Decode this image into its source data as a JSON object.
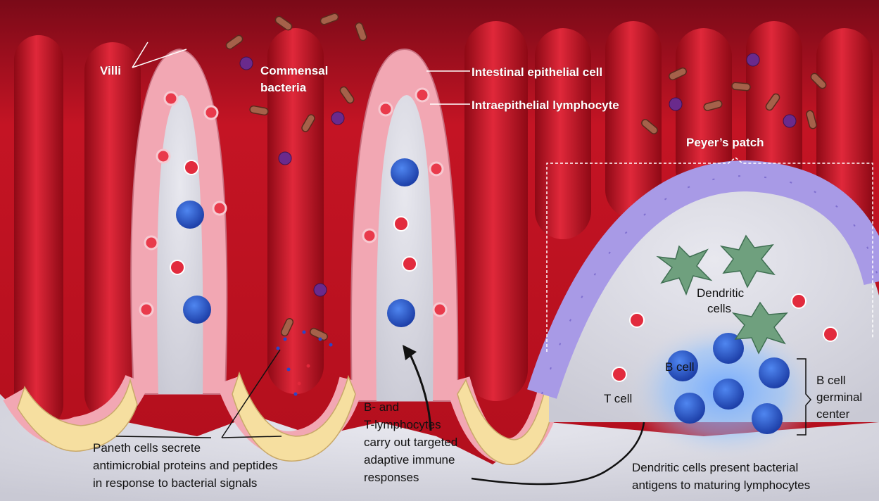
{
  "labels": {
    "villi": "Villi",
    "commensal_bacteria": [
      "Commensal",
      "bacteria"
    ],
    "intestinal_epithelial_cell": "Intestinal epithelial cell",
    "intraepithelial_lymphocyte": "Intraepithelial lymphocyte",
    "peyers_patch": "Peyer’s patch",
    "dendritic_cells": [
      "Dendritic",
      "cells"
    ],
    "b_cell": "B cell",
    "t_cell": "T cell",
    "b_cell_germinal_center": [
      "B cell",
      "germinal",
      "center"
    ],
    "paneth_cells_caption": [
      "Paneth cells secrete",
      "antimicrobial proteins and peptides",
      "in response to bacterial signals"
    ],
    "lymphocytes_caption": [
      "B- and",
      "T-lymphocytes",
      "carry out targeted",
      "adaptive immune",
      "responses"
    ],
    "dendritic_caption": [
      "Dendritic cells present bacterial",
      "antigens to maturing lymphocytes"
    ]
  },
  "colors": {
    "background_villi": "#b8101e",
    "epithelium": "#f2a7b3",
    "paneth_base": "#f6dfa0",
    "lamina_propria": "#d9d9e3",
    "peyers_epithelium": "#a89ae6",
    "b_cell": "#2f5fd0",
    "dendritic_cell": "#6fa07e",
    "bacteria": "#a5614a",
    "bacteria_round": "#6a2a8c"
  }
}
